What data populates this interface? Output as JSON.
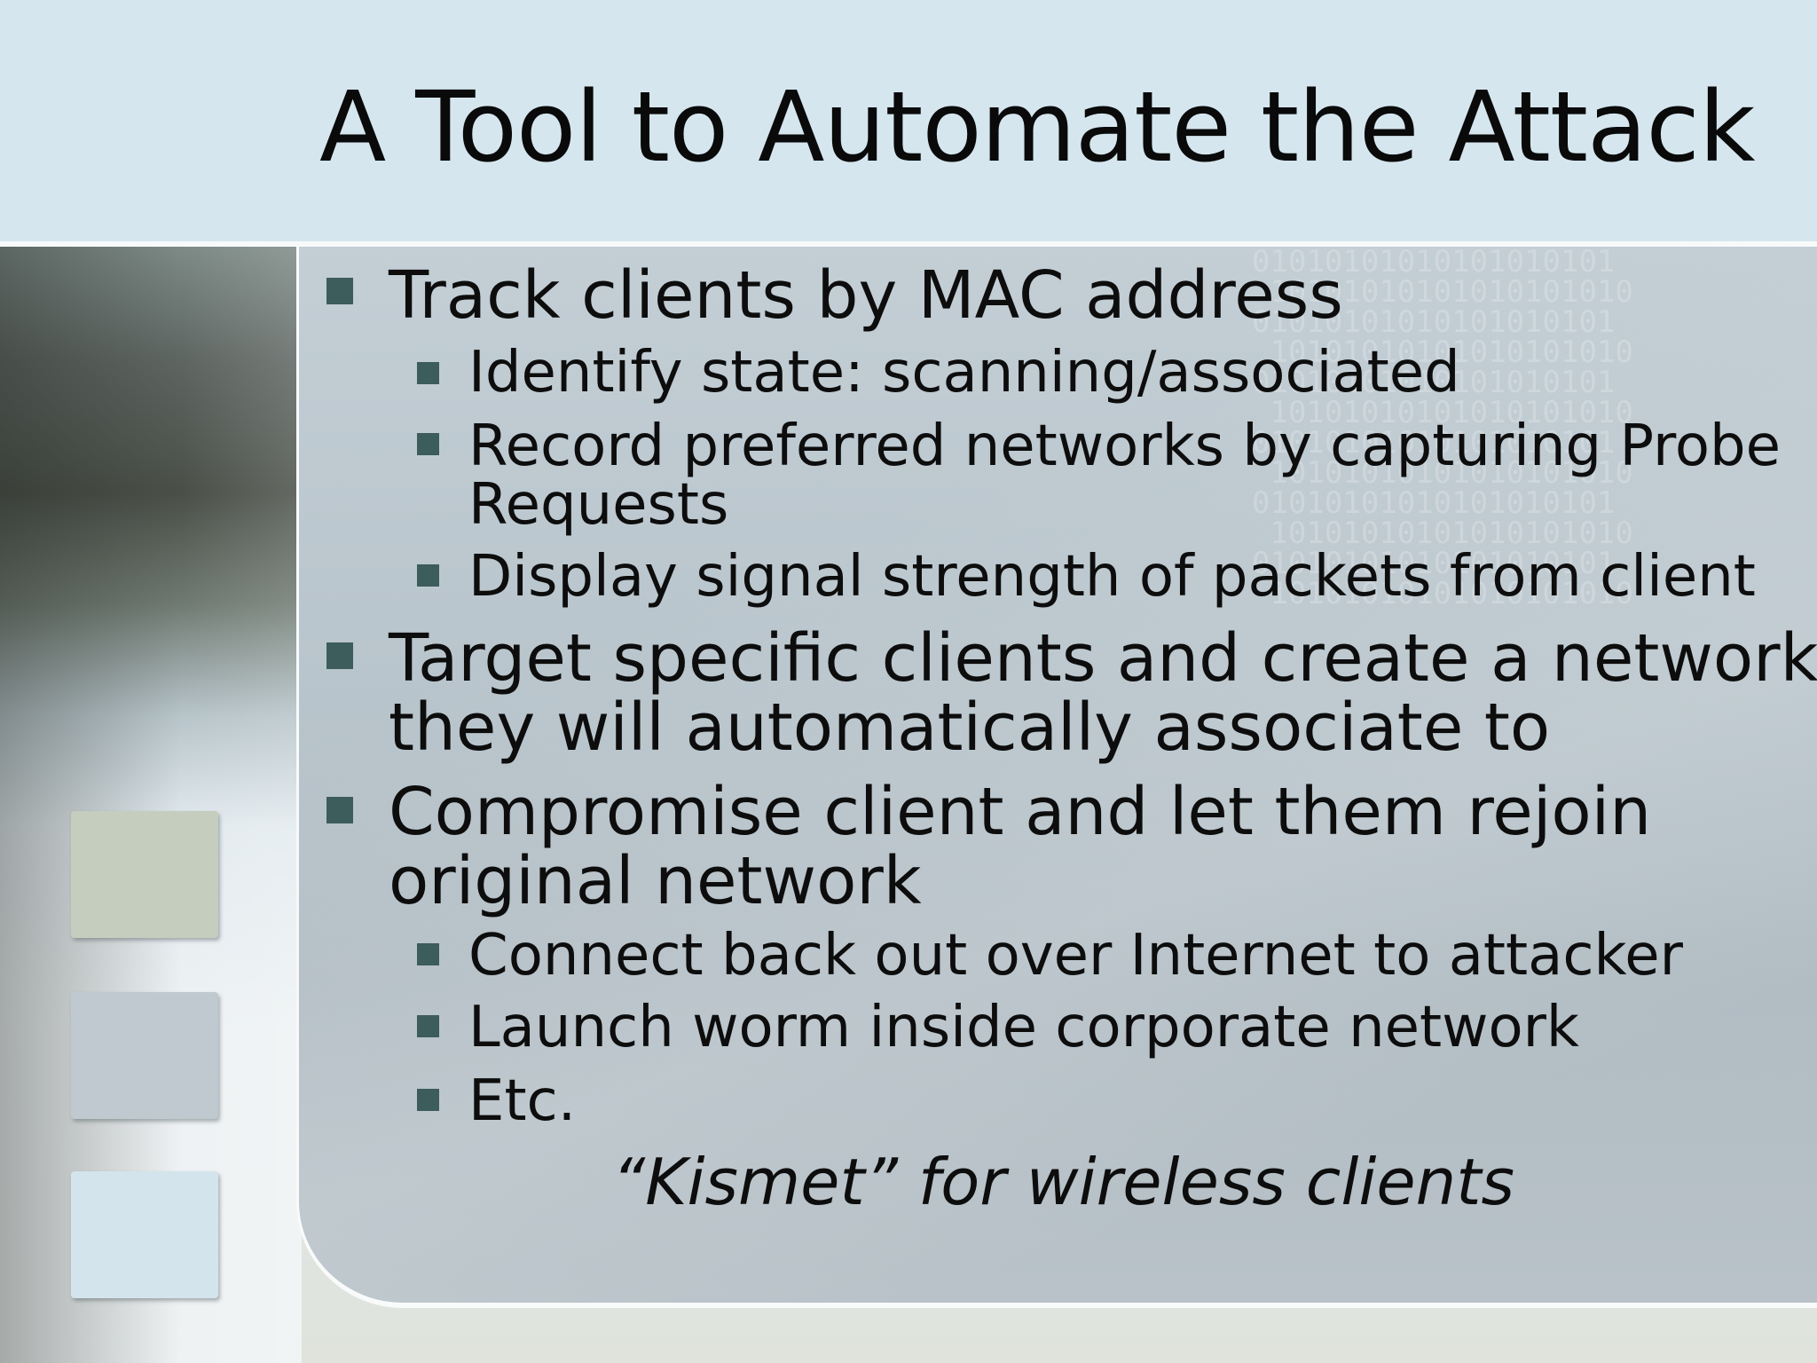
{
  "slide": {
    "title": "A Tool to Automate the Attack",
    "bullets": [
      {
        "level": 1,
        "lines": [
          "Track clients by MAC address"
        ]
      },
      {
        "level": 2,
        "lines": [
          "Identify state: scanning/associated"
        ]
      },
      {
        "level": 2,
        "lines": [
          "Record preferred networks by capturing Probe",
          "Requests"
        ]
      },
      {
        "level": 2,
        "lines": [
          "Display signal strength of packets from client"
        ]
      },
      {
        "level": 1,
        "lines": [
          "Target specific clients and create a network",
          "they will automatically associate to"
        ]
      },
      {
        "level": 1,
        "lines": [
          "Compromise client and let them rejoin",
          "original network"
        ]
      },
      {
        "level": 2,
        "lines": [
          "Connect back out over Internet to attacker"
        ]
      },
      {
        "level": 2,
        "lines": [
          "Launch worm inside corporate network"
        ]
      },
      {
        "level": 2,
        "lines": [
          "Etc."
        ]
      }
    ],
    "tagline": "“Kismet” for wireless clients"
  },
  "colors": {
    "title_band": "#d5e6ee",
    "bullet_marker": "#3d5c5c",
    "text": "#0d0d0d",
    "square_1": "#c4cdbe",
    "square_2": "#bfc9cf",
    "square_3": "#d4e4ec"
  }
}
